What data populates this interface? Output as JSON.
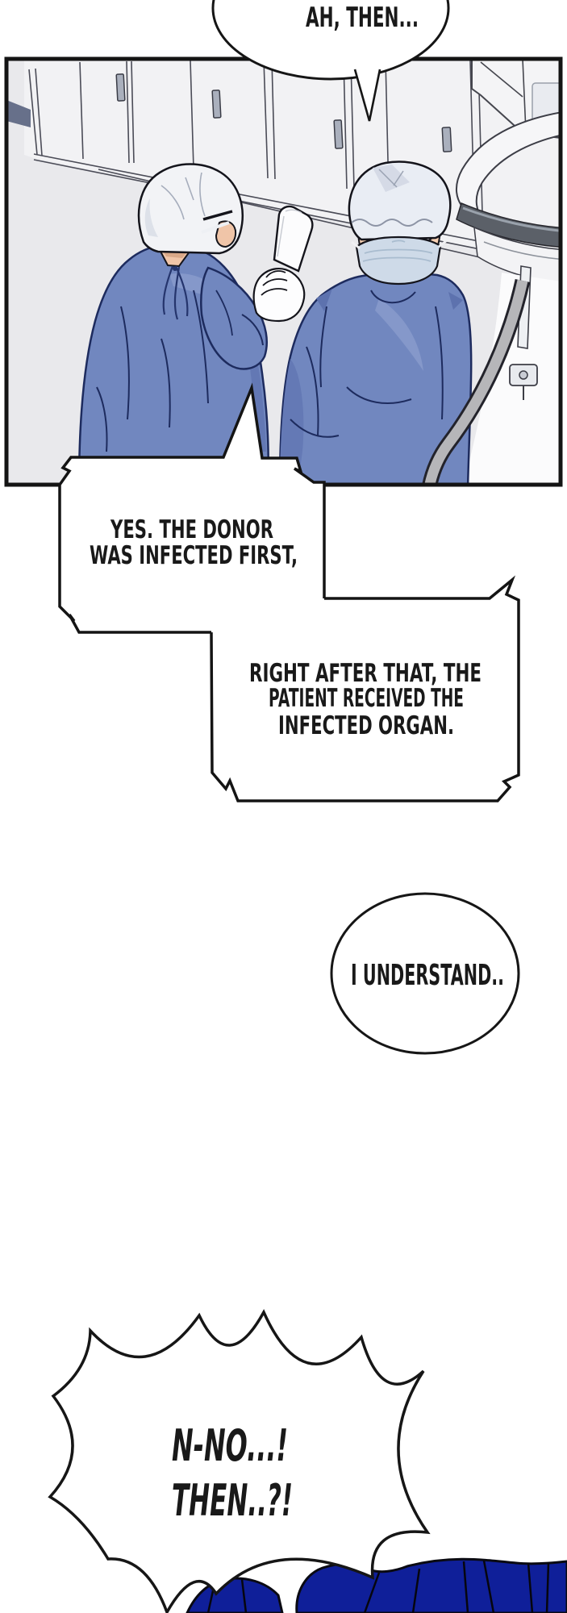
{
  "page": {
    "type": "comic-page",
    "background": "#ffffff"
  },
  "colors": {
    "outline_black": "#141414",
    "panel_interior": "#e9e9ec",
    "cabinet_face": "#f2f2f4",
    "gown_blue": "#7187bf",
    "gown_line_navy": "#1d2b5e",
    "cap_white": "#f2f3f6",
    "mask_blue": "#cedae8",
    "skin": "#f6cfb2",
    "equipment_dark_gray": "#5b6068",
    "strap_gray": "#b6b6b9",
    "next_panel_blue": "#0f1f99"
  },
  "bubbles": {
    "top": {
      "style": "ellipse-with-tail",
      "lines": [
        "AH, THEN..."
      ]
    },
    "donor": {
      "style": "rect-zigzag",
      "lines": [
        "YES. THE DONOR",
        "WAS INFECTED FIRST,"
      ]
    },
    "organ": {
      "style": "rect-zigzag",
      "lines": [
        "RIGHT AFTER THAT, THE",
        "PATIENT RECEIVED THE",
        "INFECTED ORGAN."
      ]
    },
    "understand": {
      "style": "ellipse",
      "lines": [
        "I UNDERSTAND.."
      ]
    },
    "shock": {
      "style": "burst",
      "lines": [
        "N-NO...!",
        "THEN..?!"
      ]
    }
  },
  "scene": {
    "setting": "operating-room-panel",
    "figures": [
      "surgeon-back-view-holding-white-phone",
      "surgeon-facing-viewer-cap-and-mask"
    ],
    "props": [
      "wall-cabinets",
      "surgical-lamp-arm",
      "gray-cable",
      "next-panel-blue-clothing"
    ]
  }
}
